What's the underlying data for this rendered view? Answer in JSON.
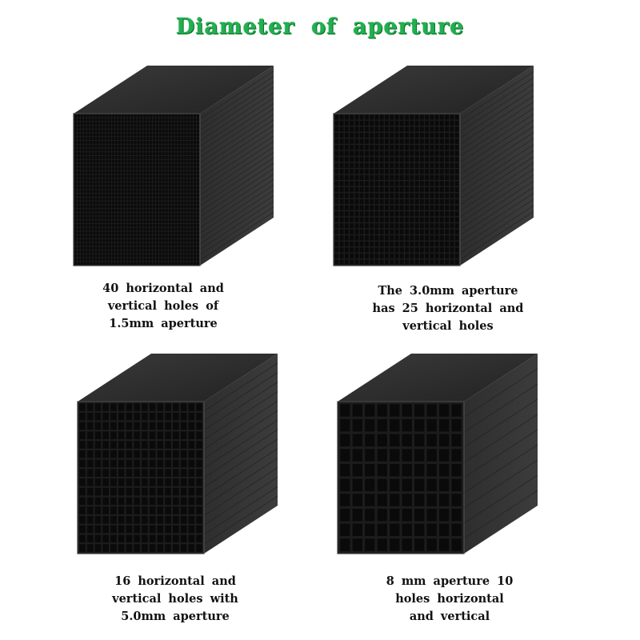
{
  "title": "Diameter of aperture",
  "colors": {
    "title": "#1fb14e",
    "carbon_dark": "#1a1a1a",
    "carbon_mid": "#2b2b2b"
  },
  "items": [
    {
      "holes": 40,
      "caption": "40 horizontal and\nvertical holes of\n1.5mm aperture"
    },
    {
      "holes": 25,
      "caption": "The 3.0mm aperture\nhas 25 horizontal and\nvertical holes"
    },
    {
      "holes": 16,
      "caption": "16 horizontal and\nvertical holes with\n5.0mm aperture"
    },
    {
      "holes": 10,
      "caption": "8 mm aperture 10\nholes horizontal\nand vertical"
    }
  ]
}
